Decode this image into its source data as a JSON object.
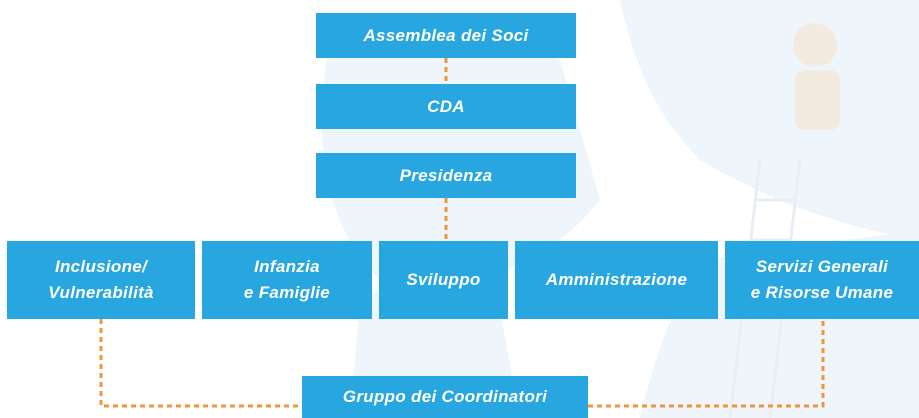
{
  "diagram": {
    "top": [
      "Assemblea dei Soci",
      "CDA",
      "Presidenza"
    ],
    "departments": [
      [
        "Inclusione/",
        "Vulnerabilità"
      ],
      [
        "Infanzia",
        "e Famiglie"
      ],
      [
        "Sviluppo"
      ],
      [
        "Amministrazione"
      ],
      [
        "Servizi Generali",
        "e Risorse Umane"
      ]
    ],
    "bottom": "Gruppo dei Coordinatori"
  },
  "colors": {
    "box": "#27a6e0",
    "text": "#ffffff",
    "connector": "#f0953a",
    "background_art": "#eaf3fa"
  }
}
